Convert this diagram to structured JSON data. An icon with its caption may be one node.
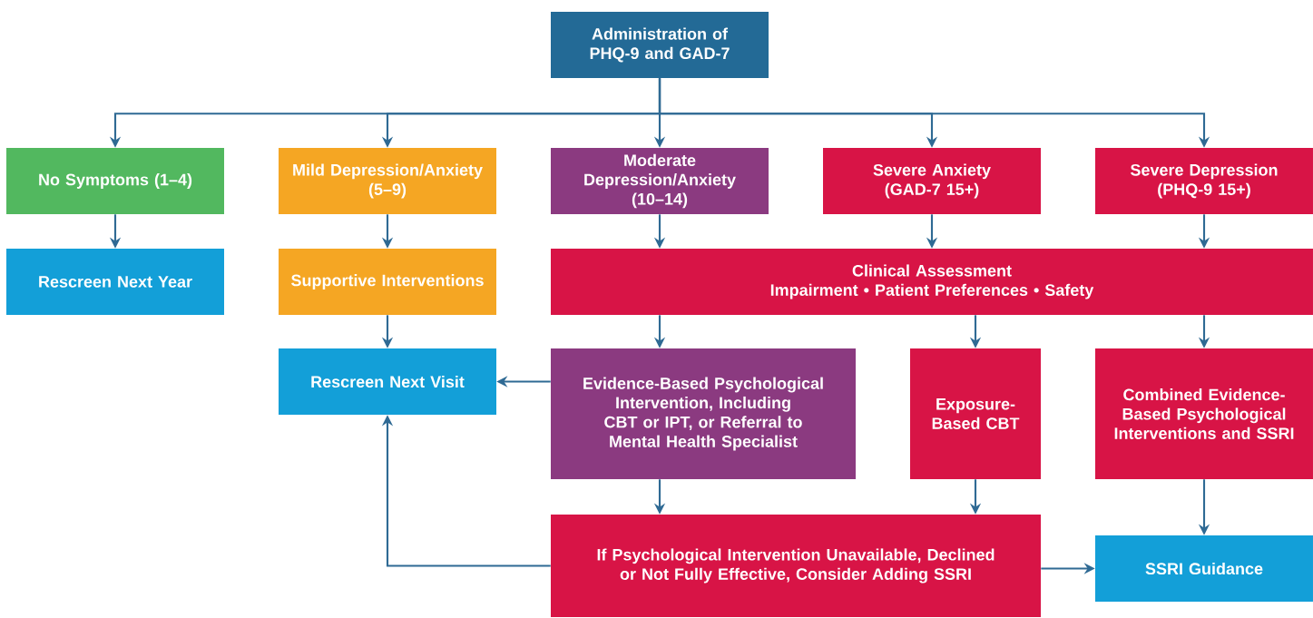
{
  "diagram": {
    "nodes": [
      {
        "text": [
          "Administration of PHQ-9 and GAD-7"
        ]
      },
      {
        "text": [
          "No Symptoms (1–4)"
        ]
      },
      {
        "text": [
          "Mild Depression/Anxiety (5–9)"
        ]
      },
      {
        "text": [
          "Moderate Depression/Anxiety (10–14)"
        ]
      },
      {
        "text": [
          "Severe Anxiety (GAD-7 15+)"
        ]
      },
      {
        "text": [
          "Severe Depression (PHQ-9 15+)"
        ]
      },
      {
        "text": [
          "Rescreen Next Year"
        ]
      },
      {
        "text": [
          "Supportive Interventions"
        ]
      },
      {
        "text": [
          "Clinical Assessment",
          "Impairment • Patient Preferences • Safety"
        ]
      },
      {
        "text": [
          "Rescreen Next Visit"
        ]
      },
      {
        "text": [
          "Evidence-Based Psychological Intervention, Including CBT or IPT, or Referral to Mental Health Specialist"
        ]
      },
      {
        "text": [
          "Exposure-Based CBT"
        ]
      },
      {
        "text": [
          "Combined Evidence-Based Psychological Interventions and SSRI"
        ]
      },
      {
        "text": [
          "If Psychological Intervention Unavailable, Declined or Not Fully Effective, Consider Adding SSRI"
        ]
      },
      {
        "text": [
          "SSRI Guidance"
        ]
      }
    ],
    "edges": [
      {
        "from": 0,
        "to": 1,
        "arrow": "to"
      },
      {
        "from": 0,
        "to": 2,
        "arrow": "to"
      },
      {
        "from": 0,
        "to": 3,
        "arrow": "to"
      },
      {
        "from": 0,
        "to": 4,
        "arrow": "to"
      },
      {
        "from": 0,
        "to": 5,
        "arrow": "to"
      },
      {
        "from": 1,
        "to": 6,
        "arrow": "to"
      },
      {
        "from": 2,
        "to": 7,
        "arrow": "to"
      },
      {
        "from": 3,
        "to": 8,
        "arrow": "to"
      },
      {
        "from": 4,
        "to": 8,
        "arrow": "to"
      },
      {
        "from": 5,
        "to": 8,
        "arrow": "to"
      },
      {
        "from": 7,
        "to": 9,
        "arrow": "to"
      },
      {
        "from": 8,
        "to": 10,
        "arrow": "to"
      },
      {
        "from": 8,
        "to": 11,
        "arrow": "to"
      },
      {
        "from": 8,
        "to": 12,
        "arrow": "to"
      },
      {
        "from": 10,
        "to": 9,
        "arrow": "to"
      },
      {
        "from": 10,
        "to": 13,
        "arrow": "to"
      },
      {
        "from": 11,
        "to": 13,
        "arrow": "to"
      },
      {
        "from": 12,
        "to": 14,
        "arrow": "to"
      },
      {
        "from": 13,
        "to": 9,
        "arrow": "to"
      },
      {
        "from": 13,
        "to": 14,
        "arrow": "to"
      }
    ]
  }
}
